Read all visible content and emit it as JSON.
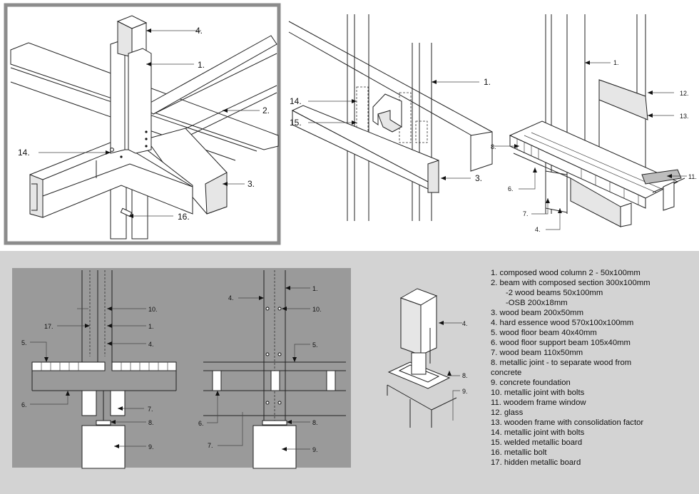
{
  "colors": {
    "bottom_band": "#d3d3d3",
    "section_panel": "#9a9a9a",
    "frame_border": "#8c8c8c"
  },
  "views": {
    "iso_frame": {
      "labels": {
        "l4": "4.",
        "l1": "1.",
        "l2": "2.",
        "l14": "14.",
        "l3": "3.",
        "l16": "16."
      }
    },
    "iso_joint": {
      "labels": {
        "l1": "1.",
        "l14": "14.",
        "l15": "15.",
        "l3": "3."
      }
    },
    "iso_floor": {
      "labels": {
        "l1": "1.",
        "l12": "12.",
        "l13": "13.",
        "l8": "8.",
        "l11": "11.",
        "l6": "6.",
        "l7": "7.",
        "l4": "4."
      }
    },
    "section_a": {
      "labels": {
        "l10": "10.",
        "l17": "17.",
        "l1": "1.",
        "l5": "5.",
        "l4": "4.",
        "l6": "6.",
        "l7": "7.",
        "l8": "8.",
        "l9": "9."
      }
    },
    "section_b": {
      "labels": {
        "l4": "4.",
        "l1": "1.",
        "l10": "10.",
        "l5": "5.",
        "l6": "6.",
        "l8": "8.",
        "l7": "7.",
        "l9": "9."
      }
    },
    "foundation": {
      "labels": {
        "l4": "4.",
        "l8": "8.",
        "l9": "9."
      }
    }
  },
  "legend": [
    "1. composed wood column 2 - 50x100mm",
    "2. beam with composed section 300x100mm",
    "-2 wood beams 50x100mm",
    "-OSB 200x18mm",
    "3. wood beam 200x50mm",
    "4. hard essence wood 570x100x100mm",
    "5. wood floor beam 40x40mm",
    "6. wood floor support beam 105x40mm",
    "7. wood beam 110x50mm",
    "8. metallic joint - to separate wood from",
    "concrete",
    "9. concrete foundation",
    "10. metallic joint with bolts",
    "11. woodem frame window",
    "12. glass",
    "13. wooden frame with consolidation factor",
    "14. metallic joint with bolts",
    "15. welded metallic board",
    "16. metallic bolt",
    "17. hidden metallic board"
  ]
}
